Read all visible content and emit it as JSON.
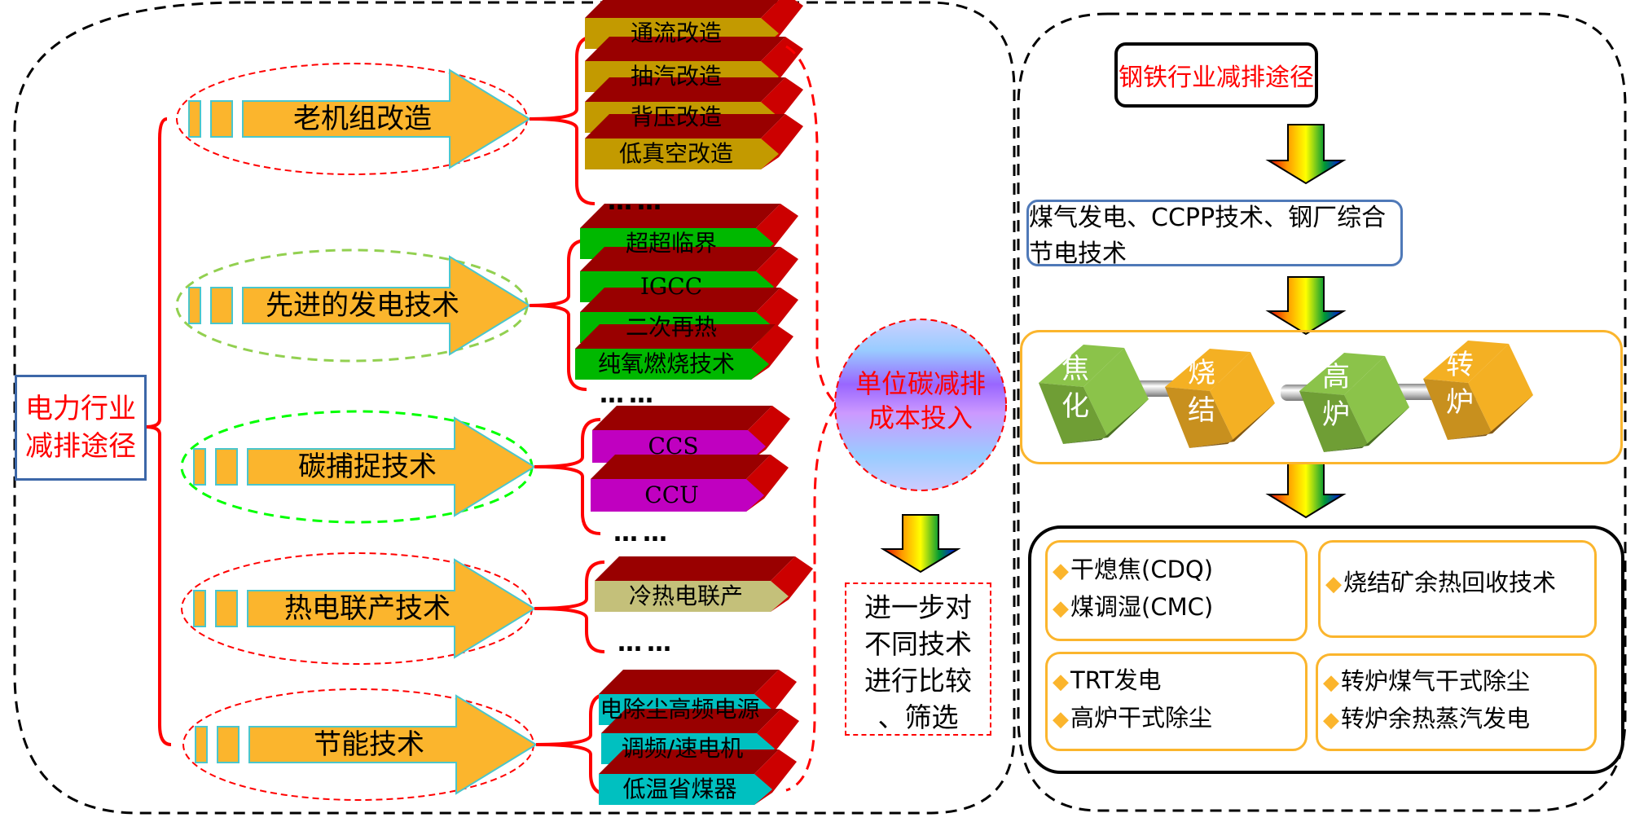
{
  "power": {
    "title": "电力行业\n减排途径",
    "title_lines": [
      "电力行业",
      "减排途径"
    ],
    "categories": [
      {
        "label": "老机组改造",
        "ellipse_color": "#ff0000",
        "box_color": "#c39a00",
        "items": [
          "通流改造",
          "抽汽改造",
          "背压改造",
          "低真空改造"
        ],
        "more": "……"
      },
      {
        "label": "先进的发电技术",
        "ellipse_color": "#92d050",
        "box_color": "#00b800",
        "items": [
          "超超临界",
          "IGCC",
          "二次再热",
          "纯氧燃烧技术"
        ],
        "more": "……"
      },
      {
        "label": "碳捕捉技术",
        "ellipse_color": "#00ff00",
        "box_color": "#c000c0",
        "items": [
          "CCS",
          "CCU"
        ],
        "more": "……"
      },
      {
        "label": "热电联产技术",
        "ellipse_color": "#ff0000",
        "box_color": "#c4c07a",
        "items": [
          "冷热电联产"
        ],
        "more": "……"
      },
      {
        "label": "节能技术",
        "ellipse_color": "#ff0000",
        "box_color": "#00c0c0",
        "items": [
          "电除尘高频电源",
          "调频/速电机",
          "低温省煤器"
        ],
        "more": ""
      }
    ]
  },
  "center": {
    "circle_lines": [
      "单位碳减排",
      "成本投入"
    ],
    "compare_lines": [
      "进一步对",
      "不同技术",
      "进行比较",
      "、筛选"
    ]
  },
  "steel": {
    "title": "钢铁行业减排途径",
    "subtitle": "煤气发电、CCPP技术、钢厂综合节电技术",
    "process": [
      {
        "label": "焦化",
        "color": "green"
      },
      {
        "label": "烧结",
        "color": "orange"
      },
      {
        "label": "高炉",
        "color": "green"
      },
      {
        "label": "转炉",
        "color": "orange"
      }
    ],
    "techs": [
      {
        "items": [
          "干熄焦(CDQ)",
          "煤调湿(CMC)"
        ]
      },
      {
        "items": [
          "烧结矿余热回收技术"
        ]
      },
      {
        "items": [
          "TRT发电",
          "高炉干式除尘"
        ]
      },
      {
        "items": [
          "转炉煤气干式除尘",
          "转炉余热蒸汽发电"
        ]
      }
    ]
  },
  "colors": {
    "arrow_fill": "#fbb52d",
    "arrow_stroke": "#4ac6cc",
    "box_top": "#990000",
    "box_side": "#cc0000",
    "bracket": "#ff0000",
    "accent_orange": "#fbb52d",
    "green_cube": "#7cb342"
  }
}
